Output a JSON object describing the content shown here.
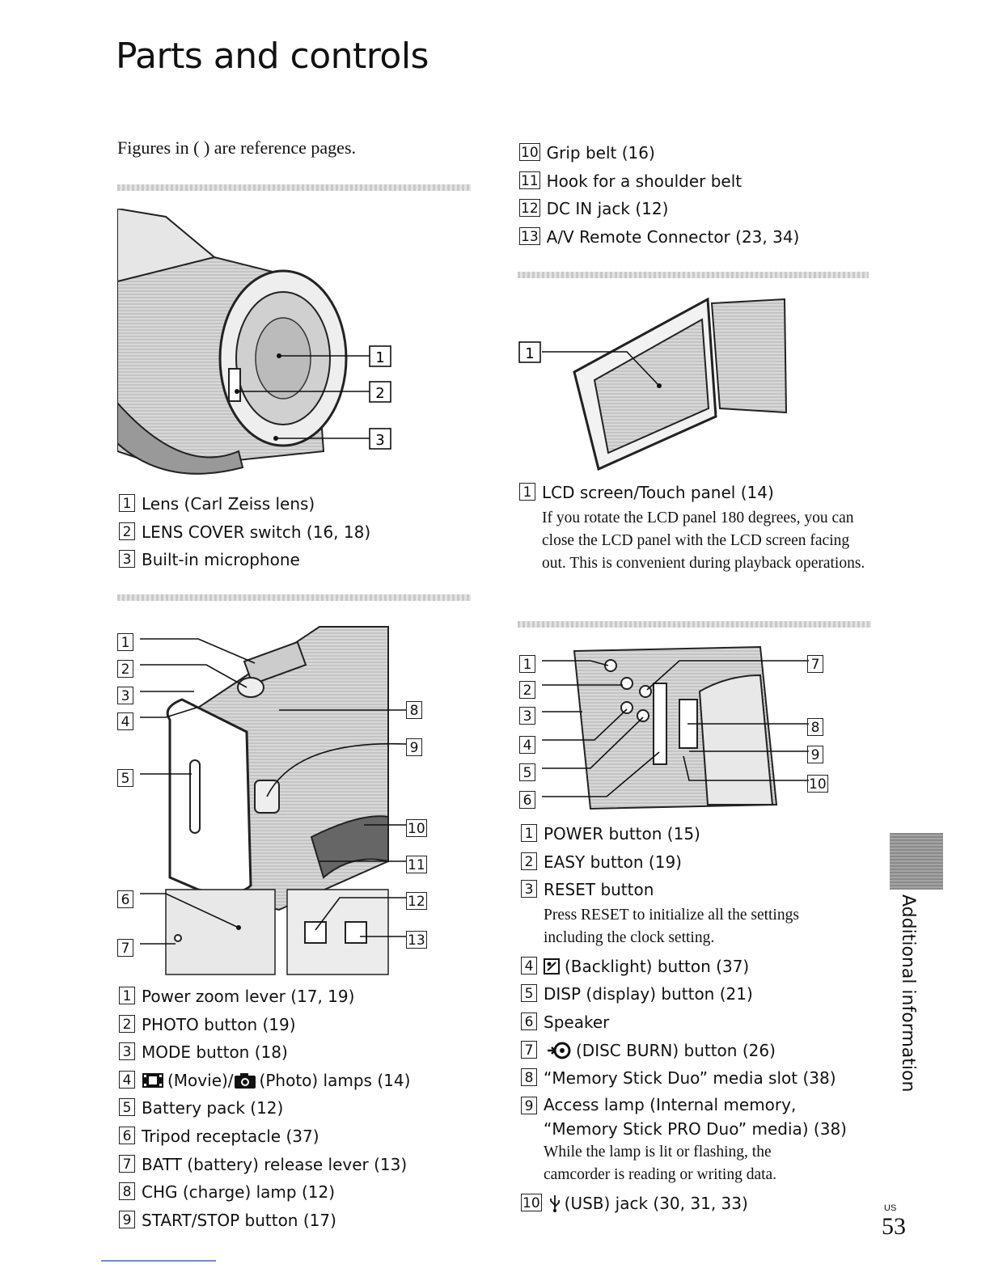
{
  "page": {
    "title": "Parts and controls",
    "intro": "Figures in ( ) are reference pages.",
    "side_label": "Additional information",
    "page_region": "US",
    "page_number": "53"
  },
  "fig_front": {
    "callouts": [
      "1",
      "2",
      "3"
    ],
    "items": [
      {
        "num": "1",
        "text": "Lens (Carl Zeiss lens)"
      },
      {
        "num": "2",
        "text": "LENS COVER switch (16, 18)"
      },
      {
        "num": "3",
        "text": "Built-in microphone"
      }
    ]
  },
  "fig_body": {
    "callouts_left": [
      "1",
      "2",
      "3",
      "4",
      "5",
      "6",
      "7"
    ],
    "callouts_right": [
      "8",
      "9",
      "10",
      "11",
      "12",
      "13"
    ],
    "items": [
      {
        "num": "1",
        "text": "Power zoom lever (17, 19)"
      },
      {
        "num": "2",
        "text": "PHOTO button (19)"
      },
      {
        "num": "3",
        "text": "MODE button (18)"
      },
      {
        "num": "4",
        "text": "(Movie)/",
        "icon_a": "movie-icon",
        "text_b": "(Photo) lamps (14)",
        "icon_b": "camera-icon"
      },
      {
        "num": "5",
        "text": "Battery pack (12)"
      },
      {
        "num": "6",
        "text": "Tripod receptacle (37)"
      },
      {
        "num": "7",
        "text": "BATT (battery) release lever (13)"
      },
      {
        "num": "8",
        "text": "CHG (charge) lamp (12)"
      },
      {
        "num": "9",
        "text": "START/STOP button (17)"
      }
    ]
  },
  "fig_body_cont": {
    "items": [
      {
        "num": "10",
        "text": "Grip belt (16)"
      },
      {
        "num": "11",
        "text": "Hook for a shoulder belt"
      },
      {
        "num": "12",
        "text": "DC IN jack (12)"
      },
      {
        "num": "13",
        "text": "A/V Remote Connector (23, 34)"
      }
    ]
  },
  "fig_lcd": {
    "callout": "1",
    "item": {
      "num": "1",
      "text": "LCD screen/Touch panel (14)"
    },
    "note": "If you rotate the LCD panel 180 degrees, you can close the LCD panel with the LCD screen facing out. This is convenient during playback operations."
  },
  "fig_side": {
    "callouts_left": [
      "1",
      "2",
      "3",
      "4",
      "5",
      "6"
    ],
    "callouts_right": [
      "7",
      "8",
      "9",
      "10"
    ],
    "items": [
      {
        "num": "1",
        "text": "POWER button (15)"
      },
      {
        "num": "2",
        "text": "EASY button (19)"
      },
      {
        "num": "3",
        "text": "RESET button",
        "note": "Press RESET to initialize all the settings including the clock setting."
      },
      {
        "num": "4",
        "text": "(Backlight) button (37)",
        "icon": "backlight-icon"
      },
      {
        "num": "5",
        "text": "DISP (display) button (21)"
      },
      {
        "num": "6",
        "text": "Speaker"
      },
      {
        "num": "7",
        "text": "(DISC BURN) button (26)",
        "icon": "disc-burn-icon"
      },
      {
        "num": "8",
        "text": "“Memory Stick Duo” media slot (38)"
      },
      {
        "num": "9",
        "text": "Access lamp (Internal memory, “Memory Stick PRO Duo” media) (38)",
        "note": "While the lamp is lit or flashing, the camcorder is reading or writing data."
      },
      {
        "num": "10",
        "text": "(USB) jack (30, 31, 33)",
        "icon": "usb-icon"
      }
    ]
  }
}
